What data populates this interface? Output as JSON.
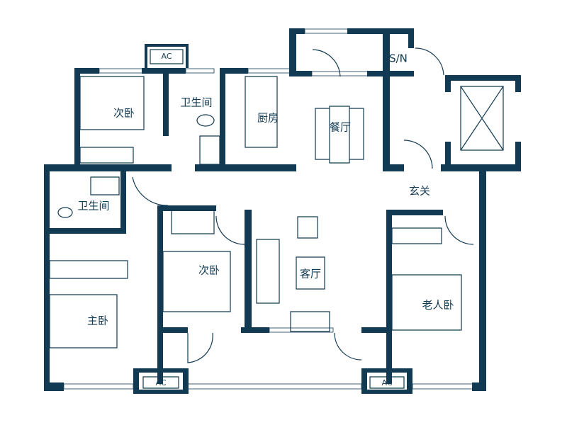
{
  "floorplan": {
    "wall_color": "#123a52",
    "rooms": {
      "bedroom_top": "次卧",
      "bath_top": "卫生间",
      "kitchen": "厨房",
      "dining": "餐厅",
      "sn": "S/N",
      "foyer": "玄关",
      "bath_left": "卫生间",
      "bedroom_mid": "次卧",
      "living": "客厅",
      "elder_bedroom": "老人卧",
      "master_bedroom": "主卧"
    },
    "ac_labels": [
      "AC",
      "AC",
      "AC"
    ]
  }
}
